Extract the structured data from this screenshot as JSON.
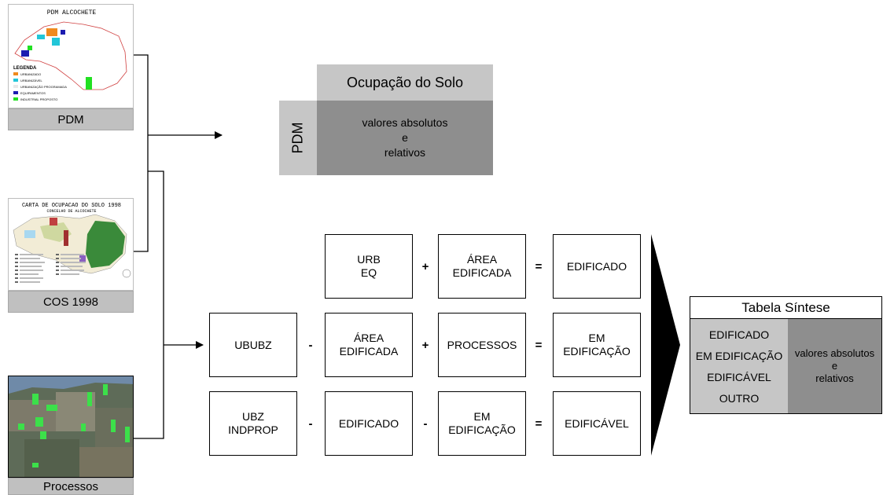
{
  "thumbnails": {
    "pdm": {
      "map_title": "PDM ALCOCHETE",
      "legend_title": "LEGENDA",
      "legend_items": [
        "URBANIZADO",
        "URBANIZÁVEL",
        "URBANIZAÇÃO PROGRAMADA",
        "EQUIPAMENTOS",
        "INDUSTRIAL PROPOSTO"
      ],
      "caption": "PDM"
    },
    "cos": {
      "map_title": "CARTA DE OCUPACAO DO SOLO 1998",
      "map_subtitle": "CONCELHO DE ALCOCHETE",
      "caption": "COS 1998"
    },
    "processos": {
      "caption": "Processos"
    }
  },
  "ocupacao": {
    "header": "Ocupação do Solo",
    "row_label": "PDM",
    "body": "valores absolutos\ne\nrelativos"
  },
  "equations": [
    {
      "terms": [
        "URB\nEQ",
        "ÁREA\nEDIFICADA"
      ],
      "operators": [
        "+"
      ],
      "result": "EDIFICADO"
    },
    {
      "terms": [
        "UBUBZ",
        "ÁREA\nEDIFICADA",
        "PROCESSOS"
      ],
      "operators": [
        "-",
        "+"
      ],
      "result": "EM\nEDIFICAÇÃO"
    },
    {
      "terms": [
        "UBZ\nINDPROP",
        "EDIFICADO",
        "EM\nEDIFICAÇÃO"
      ],
      "operators": [
        "-",
        "-"
      ],
      "result": "EDIFICÁVEL"
    }
  ],
  "equals_sign": "=",
  "tabela": {
    "title": "Tabela Síntese",
    "categories": [
      "EDIFICADO",
      "EM EDIFICAÇÃO",
      "EDIFICÁVEL",
      "OUTRO"
    ],
    "values": "valores absolutos\ne\nrelativos"
  },
  "colors": {
    "light_gray": "#c6c6c6",
    "dark_gray": "#8e8e8e",
    "caption_gray": "#c0c0c0",
    "map_orange": "#f08a1e",
    "map_cyan": "#22c6d8",
    "map_blue": "#1c1cb0",
    "map_green": "#22e022",
    "map_red_outline": "#d04040"
  }
}
